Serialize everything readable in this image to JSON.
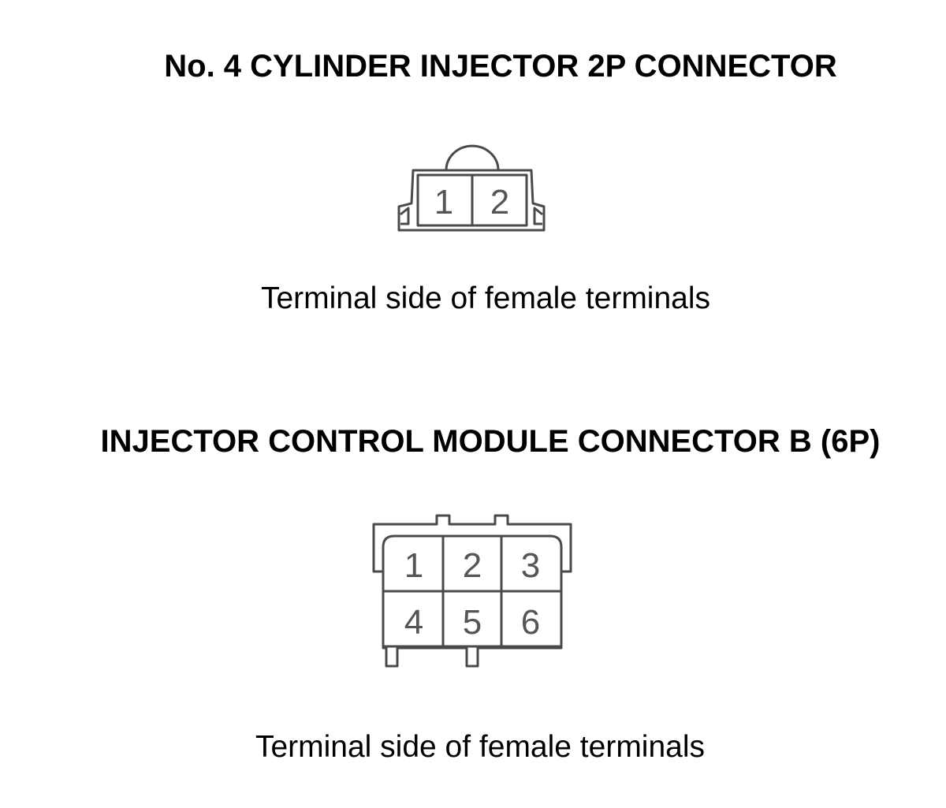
{
  "connector_2p": {
    "title": "No. 4 CYLINDER INJECTOR 2P CONNECTOR",
    "caption": "Terminal side of female terminals",
    "pins": [
      "1",
      "2"
    ]
  },
  "connector_6p": {
    "title": "INJECTOR CONTROL MODULE CONNECTOR B (6P)",
    "caption": "Terminal side of female terminals",
    "pins": [
      "1",
      "2",
      "3",
      "4",
      "5",
      "6"
    ]
  }
}
